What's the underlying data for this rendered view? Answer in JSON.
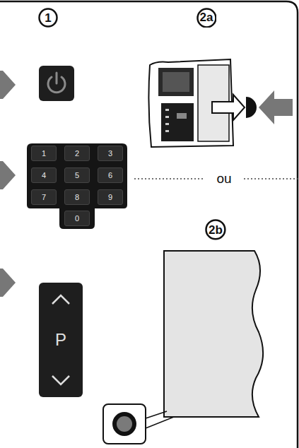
{
  "diagram": {
    "nodes": [
      {
        "text": [
          "1"
        ]
      },
      {
        "text": [
          "2a"
        ]
      },
      {
        "text": [
          "1"
        ]
      },
      {
        "text": [
          "2"
        ]
      },
      {
        "text": [
          "3"
        ]
      },
      {
        "text": [
          "4"
        ]
      },
      {
        "text": [
          "5"
        ]
      },
      {
        "text": [
          "6"
        ]
      },
      {
        "text": [
          "7"
        ]
      },
      {
        "text": [
          "8"
        ]
      },
      {
        "text": [
          "9"
        ]
      },
      {
        "text": [
          "0"
        ]
      },
      {
        "text": [
          "2b"
        ]
      },
      {
        "text": [
          "P"
        ]
      }
    ],
    "labels": [
      "ou"
    ]
  }
}
